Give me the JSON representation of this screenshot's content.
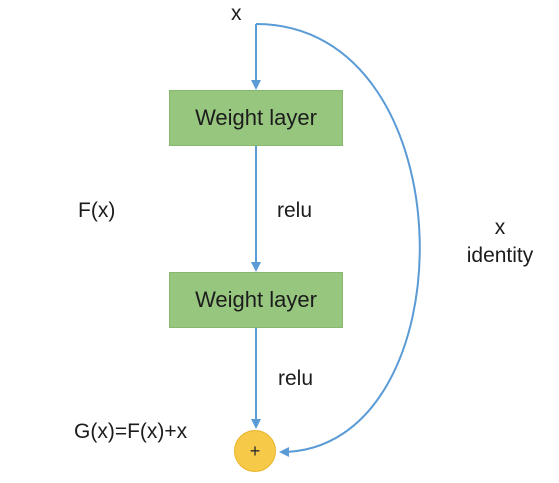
{
  "diagram": {
    "input_label": "x",
    "layers": [
      {
        "label": "Weight layer"
      },
      {
        "label": "Weight layer"
      }
    ],
    "activations": [
      "relu",
      "relu"
    ],
    "residual_label": "F(x)",
    "output_label": "G(x)=F(x)+x",
    "sum_symbol": "+",
    "shortcut": {
      "top": "x",
      "bottom": "identity"
    },
    "colors": {
      "layer_fill": "#97c77f",
      "sum_fill": "#f6c948",
      "arrow": "#5b9bd5"
    }
  }
}
